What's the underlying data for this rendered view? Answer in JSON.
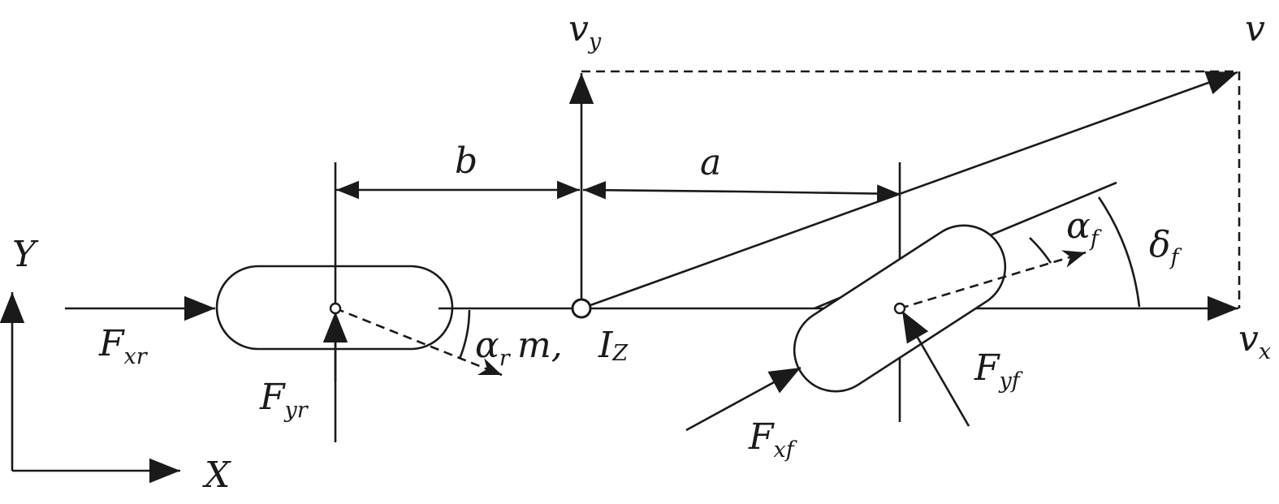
{
  "labels": {
    "vy": {
      "main": "v",
      "sub": "y"
    },
    "v": {
      "main": "v"
    },
    "vx": {
      "main": "v",
      "sub": "x"
    },
    "b": {
      "main": "b"
    },
    "a": {
      "main": "a"
    },
    "Y": {
      "main": "Y"
    },
    "X": {
      "main": "X"
    },
    "alpha_f": {
      "main": "α",
      "sub": "f"
    },
    "delta_f": {
      "main": "δ",
      "sub": "f"
    },
    "Fxr": {
      "main": "F",
      "sub": "xr"
    },
    "alpha_r": {
      "main": "α",
      "sub": "r"
    },
    "m": {
      "main": "m,"
    },
    "Iz": {
      "main": "I",
      "sub": "Z"
    },
    "Fyr": {
      "main": "F",
      "sub": "yr"
    },
    "Fyf": {
      "main": "F",
      "sub": "yf"
    },
    "Fxf": {
      "main": "F",
      "sub": "xf"
    }
  }
}
